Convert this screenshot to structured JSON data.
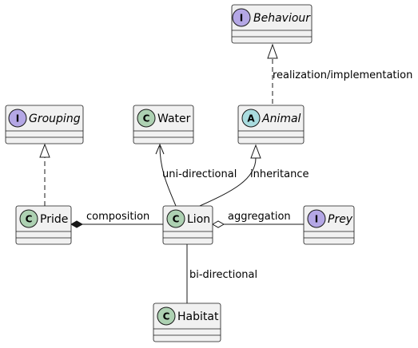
{
  "colors": {
    "class_badge": "#ADD1B2",
    "interface_badge": "#B4A7E5",
    "abstract_badge": "#A9DCDF",
    "box_fill": "#F1F1F1",
    "border": "#181818"
  },
  "nodes": {
    "behaviour": {
      "glyph": "I",
      "name": "Behaviour"
    },
    "grouping": {
      "glyph": "I",
      "name": "Grouping"
    },
    "water": {
      "glyph": "C",
      "name": "Water"
    },
    "animal": {
      "glyph": "A",
      "name": "Animal"
    },
    "pride": {
      "glyph": "C",
      "name": "Pride"
    },
    "lion": {
      "glyph": "C",
      "name": "Lion"
    },
    "prey": {
      "glyph": "I",
      "name": "Prey"
    },
    "habitat": {
      "glyph": "C",
      "name": "Habitat"
    }
  },
  "edges": {
    "realization": "realization/implementation",
    "unidirectional": "uni-directional",
    "inheritance": "inheritance",
    "composition": "composition",
    "aggregation": "aggregation",
    "bidirectional": "bi-directional"
  }
}
